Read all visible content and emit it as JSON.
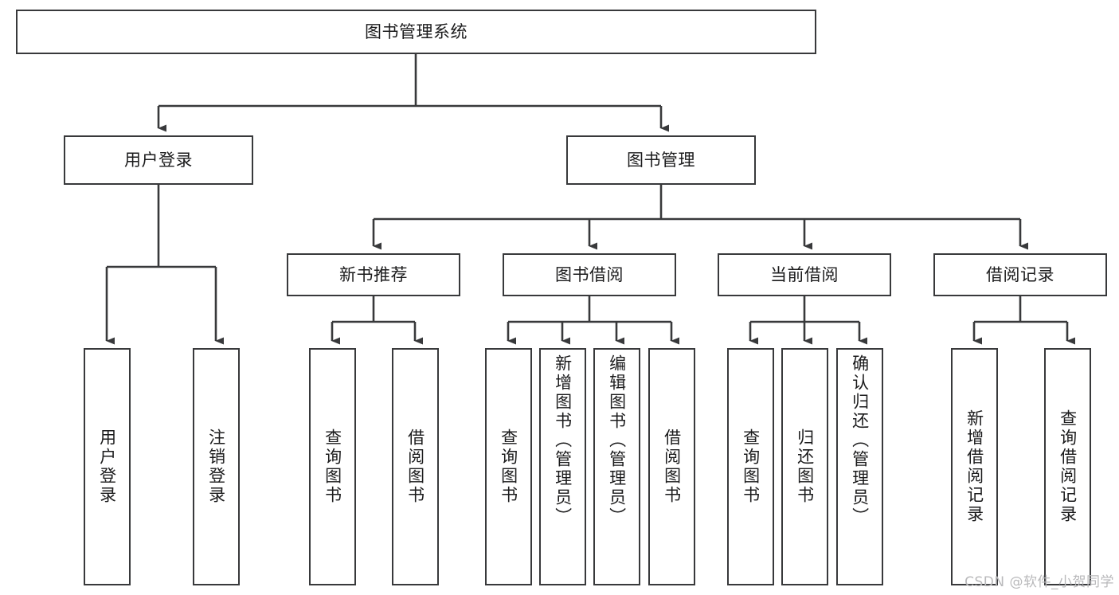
{
  "diagram": {
    "title": "图书管理系统",
    "type": "tree",
    "watermark": "CSDN @软件_小贺同学",
    "root": {
      "id": "root",
      "label": "图书管理系统"
    },
    "level2": [
      {
        "id": "user-login",
        "label": "用户登录"
      },
      {
        "id": "book-manage",
        "label": "图书管理"
      }
    ],
    "level3": [
      {
        "id": "new-book-recommend",
        "label": "新书推荐",
        "parent": "book-manage"
      },
      {
        "id": "book-borrow",
        "label": "图书借阅",
        "parent": "book-manage"
      },
      {
        "id": "current-borrow",
        "label": "当前借阅",
        "parent": "book-manage"
      },
      {
        "id": "borrow-record",
        "label": "借阅记录",
        "parent": "book-manage"
      }
    ],
    "leaves": [
      {
        "id": "leaf-user-login",
        "label": "用户登录",
        "parent": "user-login",
        "align": "center"
      },
      {
        "id": "leaf-user-logout",
        "label": "注销登录",
        "parent": "user-login",
        "align": "center"
      },
      {
        "id": "leaf-query-book-1",
        "label": "查询图书",
        "parent": "new-book-recommend",
        "align": "center"
      },
      {
        "id": "leaf-borrow-book-1",
        "label": "借阅图书",
        "parent": "new-book-recommend",
        "align": "center"
      },
      {
        "id": "leaf-query-book-2",
        "label": "查询图书",
        "parent": "book-borrow",
        "align": "center"
      },
      {
        "id": "leaf-add-book",
        "label": "新增图书（管理员）",
        "parent": "book-borrow",
        "align": "top"
      },
      {
        "id": "leaf-edit-book",
        "label": "编辑图书（管理员）",
        "parent": "book-borrow",
        "align": "top"
      },
      {
        "id": "leaf-borrow-book-2",
        "label": "借阅图书",
        "parent": "book-borrow",
        "align": "center"
      },
      {
        "id": "leaf-query-book-3",
        "label": "查询图书",
        "parent": "current-borrow",
        "align": "center"
      },
      {
        "id": "leaf-return-book",
        "label": "归还图书",
        "parent": "current-borrow",
        "align": "center"
      },
      {
        "id": "leaf-confirm-return",
        "label": "确认归还（管理员）",
        "parent": "current-borrow",
        "align": "top"
      },
      {
        "id": "leaf-add-record",
        "label": "新增借阅记录",
        "parent": "borrow-record",
        "align": "center"
      },
      {
        "id": "leaf-query-record",
        "label": "查询借阅记录",
        "parent": "borrow-record",
        "align": "center"
      }
    ],
    "colors": {
      "stroke": "#38393b",
      "fill": "#ffffff",
      "text": "#1b1b1c",
      "watermark": "#b9b9bb"
    }
  }
}
